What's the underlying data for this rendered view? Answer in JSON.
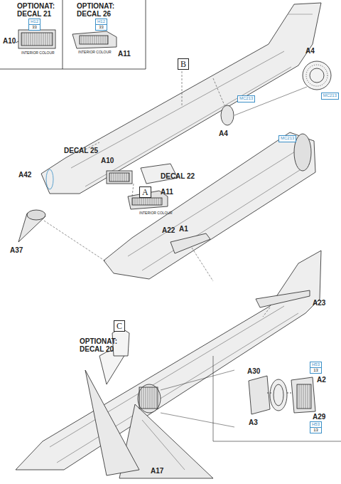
{
  "diagram": {
    "nodes": [
      {
        "text": [
          "H12",
          "33"
        ]
      },
      {
        "text": [
          "H12",
          "33"
        ]
      },
      {
        "text": [
          "B"
        ]
      },
      {
        "text": [
          "MC213"
        ]
      },
      {
        "text": [
          "MC213"
        ]
      },
      {
        "text": [
          "MC213"
        ]
      },
      {
        "text": [
          "A"
        ]
      },
      {
        "text": [
          "C"
        ]
      },
      {
        "text": [
          "H53",
          "13"
        ]
      },
      {
        "text": [
          "H53",
          "13"
        ]
      }
    ],
    "labels": [
      "OPTIONAT: DECAL 21",
      "OPTIONAT: DECAL 26",
      "A10",
      "INTERIOR COLOUR",
      "A11",
      "INTERIOR COLOUR",
      "A4",
      "DECAL 25",
      "A42",
      "A10",
      "A4",
      "DECAL 22",
      "A11",
      "INTERIOR COLOUR",
      "A1",
      "A37",
      "A22",
      "A23",
      "OPTIONAT: DECAL 20",
      "A30",
      "A2",
      "A3",
      "A29",
      "A17"
    ]
  }
}
